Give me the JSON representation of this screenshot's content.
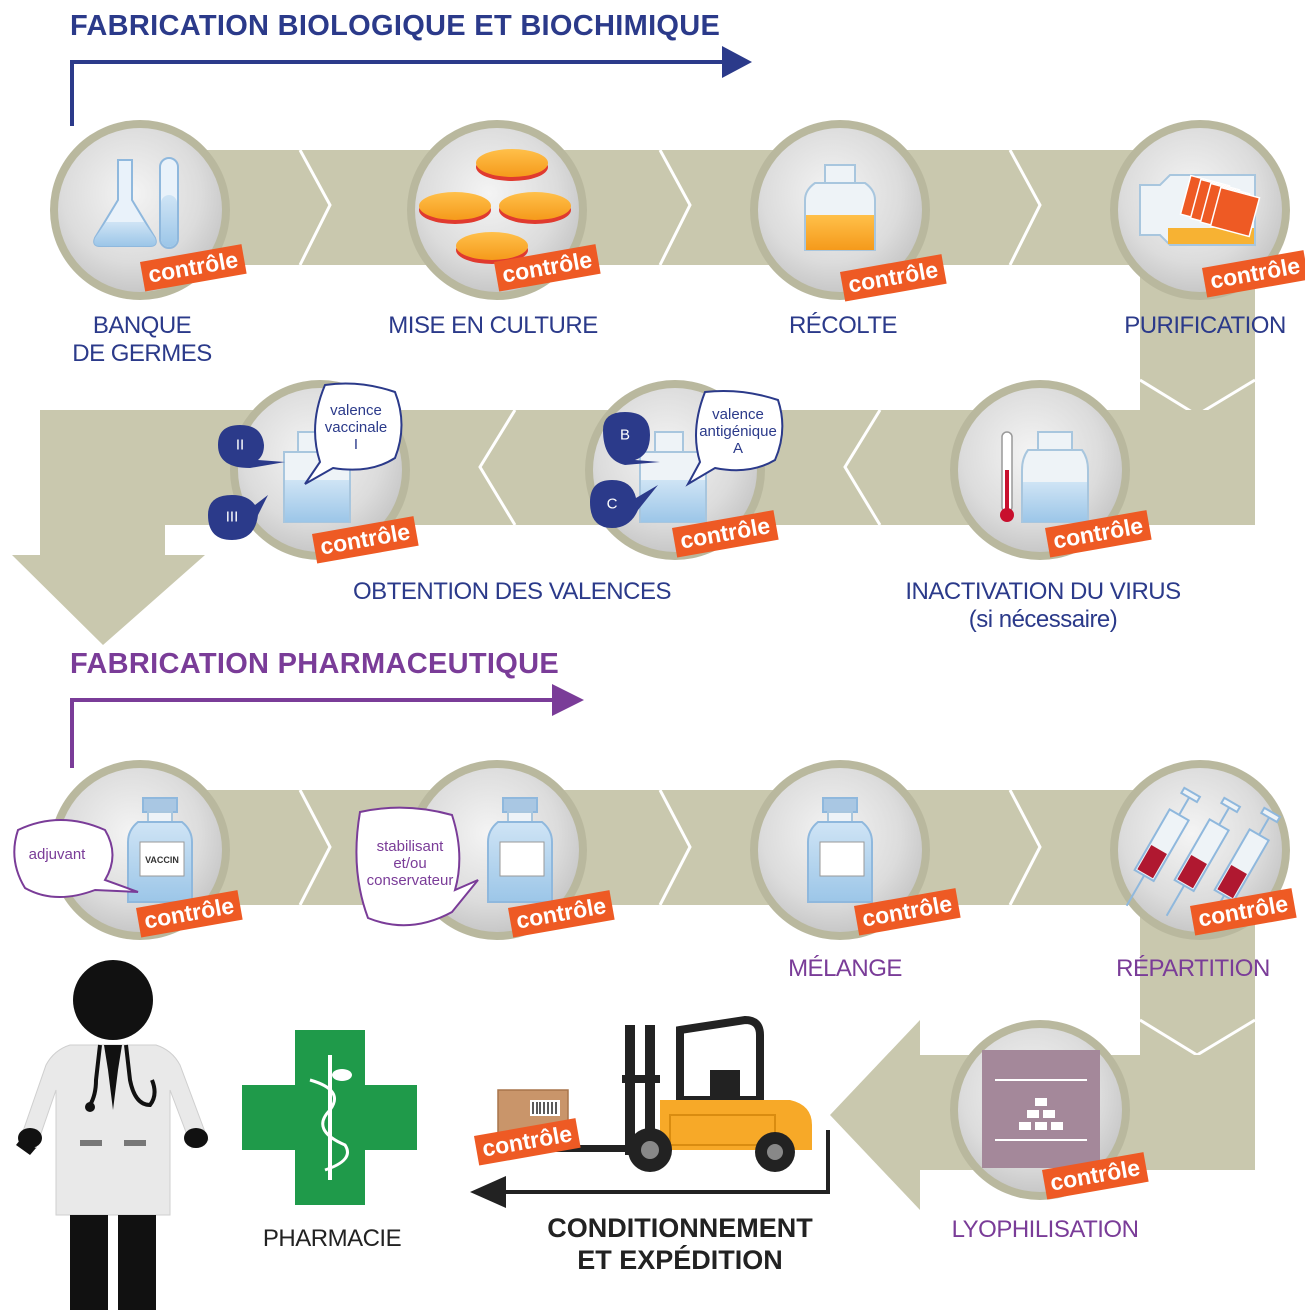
{
  "sections": {
    "bio_title": "FABRICATION BIOLOGIQUE ET BIOCHIMIQUE",
    "pharma_title": "FABRICATION PHARMACEUTIQUE"
  },
  "control_label": "contrôle",
  "steps": {
    "banque": "BANQUE\nDE GERMES",
    "culture": "MISE EN CULTURE",
    "recolte": "RÉCOLTE",
    "purification": "PURIFICATION",
    "inactivation": "INACTIVATION DU VIRUS\n(si nécessaire)",
    "valences": "OBTENTION DES VALENCES",
    "melange": "MÉLANGE",
    "repartition": "RÉPARTITION",
    "lyophilisation": "LYOPHILISATION",
    "pharmacie": "PHARMACIE",
    "conditionnement": "CONDITIONNEMENT\nET EXPÉDITION"
  },
  "bubbles": {
    "vaccinale": "valence\nvaccinale\nI",
    "antigenique": "valence\nantigénique\nA",
    "roman_ii": "II",
    "roman_iii": "III",
    "letter_b": "B",
    "letter_c": "C",
    "adjuvant": "adjuvant",
    "stabilisant": "stabilisant\net/ou\nconservateur",
    "vaccin_label": "VACCIN"
  },
  "colors": {
    "bio": "#2b3a8a",
    "pharma": "#7a3c98",
    "control": "#ee5a24",
    "track": "#c9c8ae",
    "circle_ring": "#b9b89e",
    "pharmacy_green": "#1f9a4a"
  }
}
